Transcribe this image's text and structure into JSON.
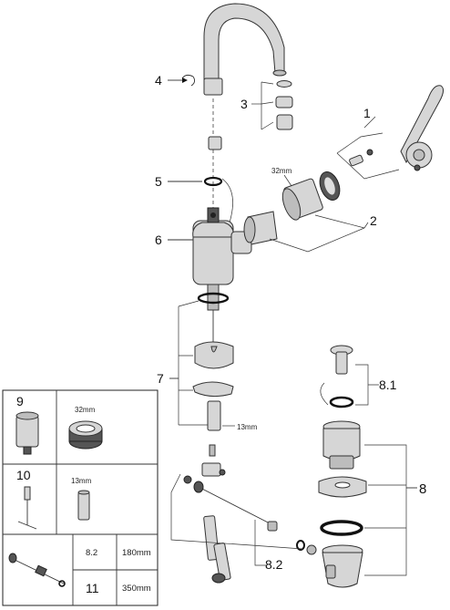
{
  "callouts": {
    "c1": "1",
    "c2": "2",
    "c3": "3",
    "c4": "4",
    "c5": "5",
    "c6": "6",
    "c7": "7",
    "c8": "8",
    "c8_1": "8.1",
    "c8_2": "8.2"
  },
  "dimensions": {
    "cartridge_32": "32mm",
    "cartridge_13": "13mm"
  },
  "legend": {
    "row9": {
      "number": "9",
      "size": "32mm"
    },
    "row10": {
      "number": "10",
      "size": "13mm"
    },
    "row11": {
      "number_a": "8.2",
      "length_a": "180mm",
      "number_b": "11",
      "length_b": "350mm"
    }
  }
}
